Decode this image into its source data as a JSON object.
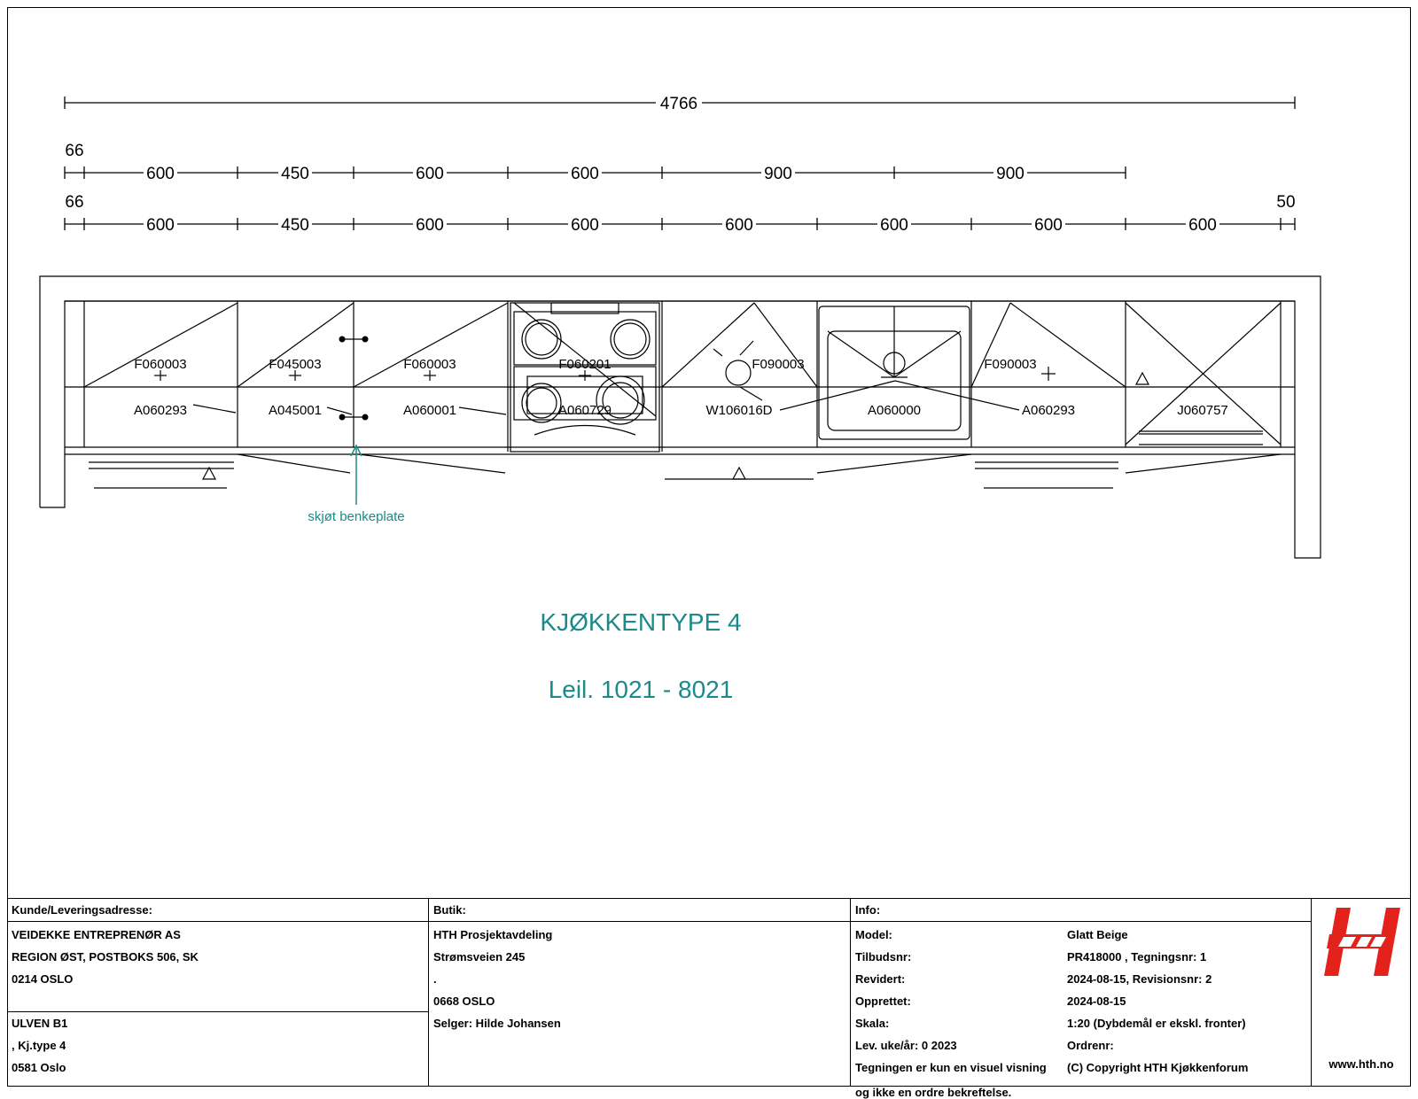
{
  "dimensions": {
    "overall": "4766",
    "row1_offset": "66",
    "row1": [
      "600",
      "450",
      "600",
      "600",
      "900",
      "900"
    ],
    "row2_offset": "66",
    "row2_end": "50",
    "row2": [
      "600",
      "450",
      "600",
      "600",
      "600",
      "600",
      "600",
      "600"
    ]
  },
  "cabinets": {
    "wall_codes": [
      "F060003",
      "F045003",
      "F060003",
      "F060201",
      "F090003",
      "F090003"
    ],
    "base_codes": [
      "A060293",
      "A045001",
      "A060001",
      "A060729",
      "W106016D",
      "A060000",
      "A060293",
      "J060757"
    ]
  },
  "annotation": {
    "joint": "skjøt benkeplate"
  },
  "heading": {
    "title": "KJØKKENTYPE 4",
    "subtitle": "Leil. 1021 - 8021"
  },
  "colors": {
    "accent": "#1a8a8a",
    "logo_red": "#e3231b"
  },
  "titleblock": {
    "customer": {
      "header": "Kunde/Leveringsadresse:",
      "lines": [
        "VEIDEKKE ENTREPRENØR AS",
        "REGION ØST, POSTBOKS 506, SK",
        "0214 OSLO"
      ],
      "lines2": [
        "ULVEN B1",
        ", Kj.type 4",
        "0581 Oslo"
      ]
    },
    "shop": {
      "header": "Butik:",
      "lines": [
        "HTH Prosjektavdeling",
        "Strømsveien 245",
        ".",
        "0668 OSLO",
        "Selger: Hilde Johansen"
      ]
    },
    "info": {
      "header": "Info:",
      "labels": [
        "Model:",
        "Tilbudsnr:",
        "Revidert:",
        "Opprettet:",
        "Skala:",
        "Lev. uke/år: 0 2023",
        "Tegningen er kun en visuel visning",
        "og ikke en ordre bekreftelse."
      ],
      "values": [
        "Glatt Beige",
        "PR418000  , Tegningsnr: 1",
        "2024-08-15, Revisionsnr: 2",
        "2024-08-15",
        "1:20 (Dybdemål er ekskl. fronter)",
        "Ordrenr:",
        "(C) Copyright HTH Kjøkkenforum"
      ]
    },
    "logo": {
      "icon": "hth-logo-icon",
      "url_text": "www.hth.no"
    }
  }
}
